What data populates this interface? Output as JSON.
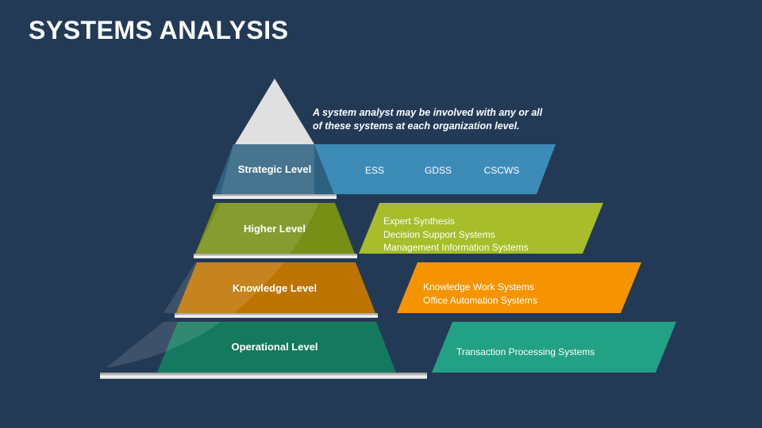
{
  "slide": {
    "title": "SYSTEMS ANALYSIS",
    "caption": "A system analyst may be involved with any or all of these systems at each organization level.",
    "background_color": "#233a56"
  },
  "pyramid": {
    "apex_color": "#e0e0e0",
    "levels": [
      {
        "id": "strategic",
        "label": "Strategic Level",
        "band_color": "#2e6180",
        "band_light_color": "#457490",
        "banner_color": "#3d8cb8",
        "layout": "inline",
        "items": [
          "ESS",
          "GDSS",
          "CSCWS"
        ]
      },
      {
        "id": "higher",
        "label": "Higher Level",
        "band_color": "#768f14",
        "band_light_color": "#889b33",
        "banner_color": "#a7bd2a",
        "layout": "stacked",
        "items": [
          "Expert Synthesis",
          "Decision Support Systems",
          "Management Information Systems"
        ]
      },
      {
        "id": "knowledge",
        "label": "Knowledge Level",
        "band_color": "#bd7400",
        "band_light_color": "#cb8c21",
        "banner_color": "#f59400",
        "layout": "stacked",
        "items": [
          "Knowledge Work Systems",
          "Office Automation Systems"
        ]
      },
      {
        "id": "operational",
        "label": "Operational Level",
        "band_color": "#15795e",
        "band_light_color": "#2d9178",
        "banner_color": "#23a184",
        "layout": "stacked",
        "items": [
          "Transaction Processing Systems"
        ]
      }
    ]
  }
}
